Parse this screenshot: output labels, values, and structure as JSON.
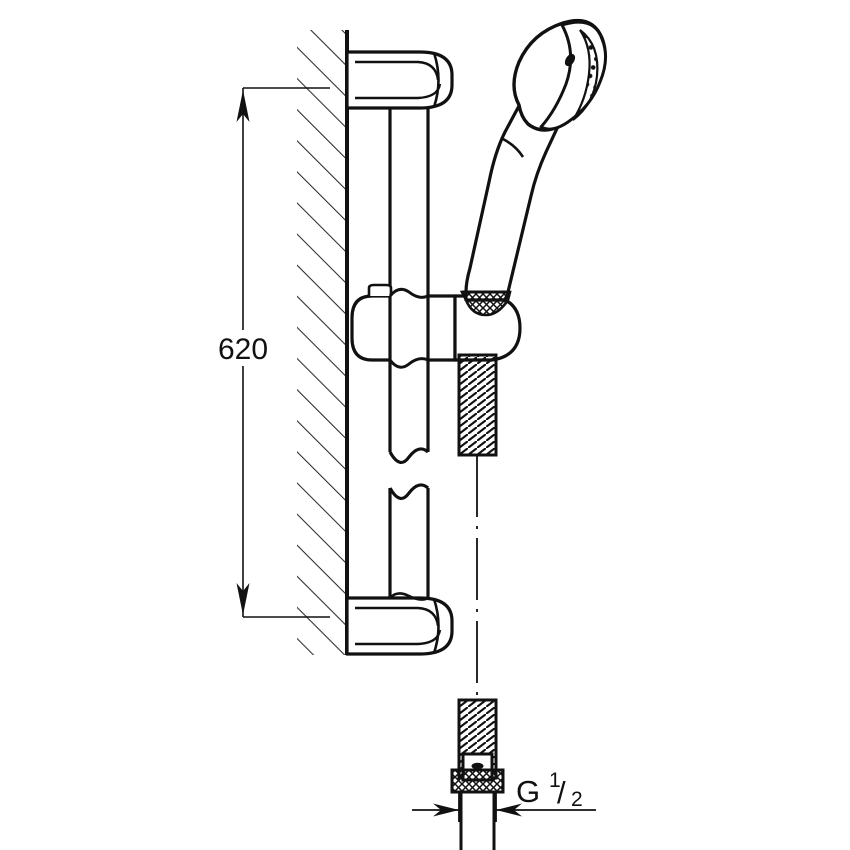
{
  "drawing": {
    "type": "technical-product-drawing",
    "subject": "wall-mounted shower rail set with hand shower and hose",
    "view": "side elevation",
    "background_color": "#ffffff",
    "line_color": "#111111",
    "units": "mm"
  },
  "dimensions": {
    "rail_height": {
      "label": "620",
      "value": 620,
      "unit": "mm",
      "orientation": "vertical",
      "measures": "shower rail overall length"
    },
    "hose_thread": {
      "label_prefix": "G",
      "numerator": "1",
      "slash": "/",
      "denominator": "2",
      "full_label": "G 1/2",
      "orientation": "horizontal",
      "measures": "hose connection thread size"
    }
  },
  "components": {
    "wall": "hatched-wall-section",
    "upper_bracket": "rail-bracket-top",
    "lower_bracket": "rail-bracket-bottom",
    "rail": "slide-bar-with-break-symbol",
    "slider": "adjustable-hand-shower-holder",
    "hand_shower": "hand-shower-head",
    "hose": "shower-hose-centerline",
    "hose_fitting": "knurled-hose-nut"
  },
  "colors": {
    "stroke": "#111111",
    "hatch": "#2b2b2b",
    "background": "#ffffff"
  }
}
